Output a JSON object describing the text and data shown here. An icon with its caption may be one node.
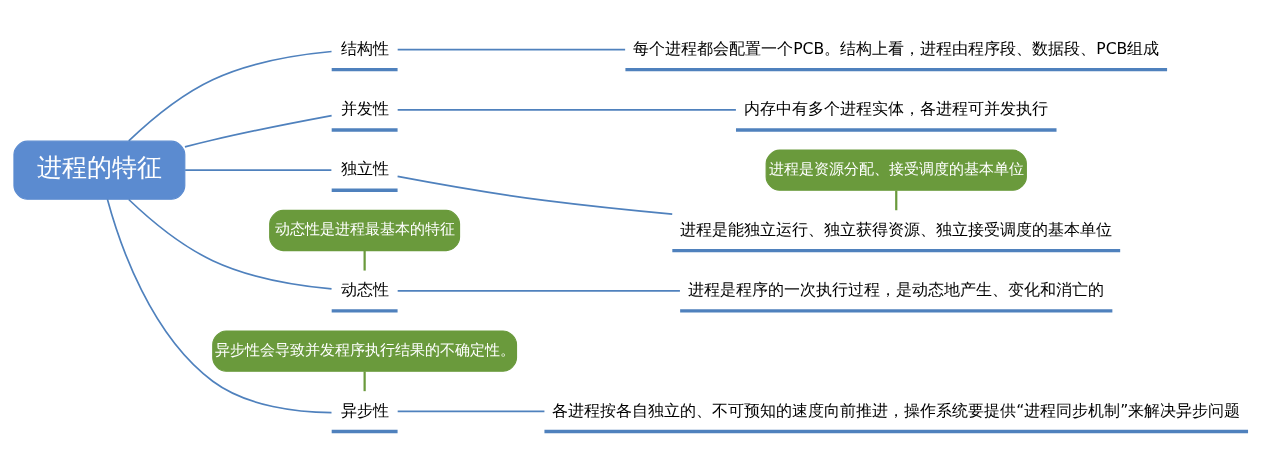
{
  "diagram": {
    "nodes": [
      {
        "text": [
          "进程的特征"
        ]
      },
      {
        "text": [
          "动态性"
        ],
        "beside": [
          "动态性是进程最基本的特征"
        ]
      },
      {
        "text": [
          "并发性"
        ]
      },
      {
        "text": [
          "独立性"
        ]
      },
      {
        "text": [
          "异步性"
        ],
        "beside": [
          "异步性会导致并发程序执行结果的不确定性。"
        ]
      },
      {
        "text": [
          "结构性"
        ]
      },
      {
        "text": [
          "进程是程序的一次执行过程，是动态地产生、变化和消亡的"
        ]
      },
      {
        "text": [
          "内存中有多个进程实体，各进程可并发执行"
        ]
      },
      {
        "text": [
          "进程是能独立运行、独立获得资源、独立接受调度的基本单位"
        ],
        "beside": [
          "进程是资源分配、接受调度的基本单位"
        ]
      },
      {
        "text": [
          "各进程按各自独立的、不可预知的速度向前推进，操作系统要提供“进程同步机制”来解决异步问题"
        ]
      },
      {
        "text": [
          "每个进程都会配置一个PCB。结构上看，进程由程序段、数据段、PCB组成"
        ]
      }
    ],
    "edges": [
      {
        "from": 0,
        "to": 1,
        "arrow": "none"
      },
      {
        "from": 0,
        "to": 2,
        "arrow": "none"
      },
      {
        "from": 0,
        "to": 3,
        "arrow": "none"
      },
      {
        "from": 0,
        "to": 4,
        "arrow": "none"
      },
      {
        "from": 0,
        "to": 5,
        "arrow": "none"
      },
      {
        "from": 1,
        "to": 6,
        "arrow": "none"
      },
      {
        "from": 2,
        "to": 7,
        "arrow": "none"
      },
      {
        "from": 3,
        "to": 8,
        "arrow": "none"
      },
      {
        "from": 4,
        "to": 9,
        "arrow": "none"
      },
      {
        "from": 5,
        "to": 10,
        "arrow": "none"
      }
    ]
  }
}
